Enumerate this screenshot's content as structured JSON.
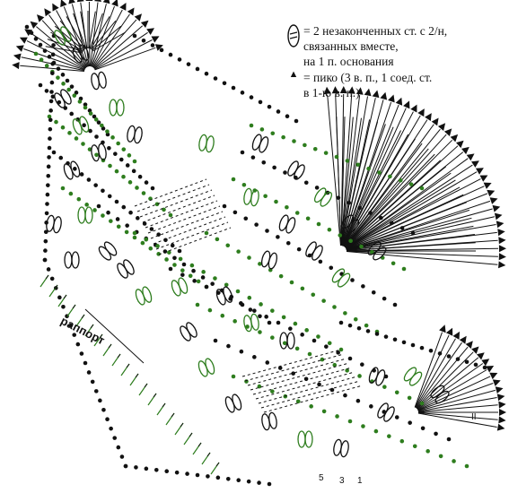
{
  "legend": {
    "cluster_text_1": "= 2 незаконченных ст. с 2/н,",
    "cluster_text_2": "связанных вместе,",
    "cluster_text_3": "на 1 п. основания",
    "picot_text_1": "= пико (3 в. п., 1 соед. ст.",
    "picot_text_2": "в 1-ю в. п.)",
    "cluster_icon": "double-crochet-cluster-icon",
    "picot_icon": "picot-triangle-icon"
  },
  "diagram": {
    "rapport_label": "раппорт",
    "row_marks": [
      "5",
      "3",
      "1",
      "II"
    ],
    "colors": {
      "black": "#111111",
      "green": "#2e7d1e",
      "background": "#ffffff"
    }
  }
}
